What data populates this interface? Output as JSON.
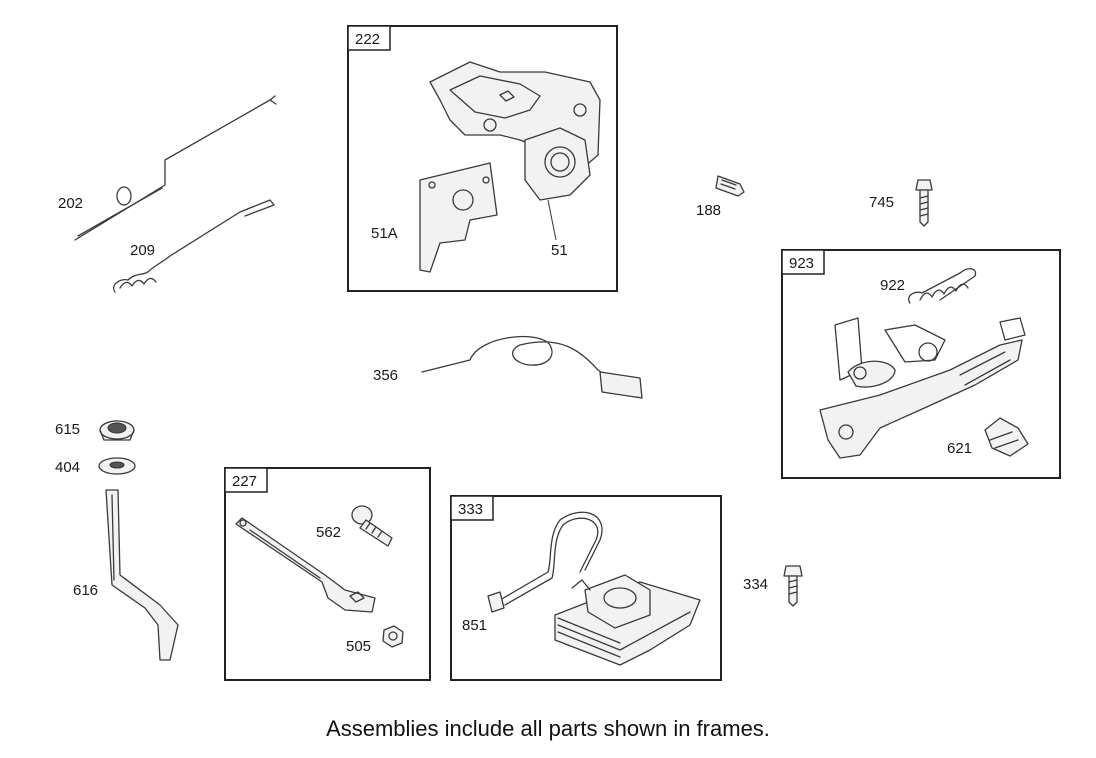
{
  "footer_note": "Assemblies include all parts shown in frames.",
  "frames": {
    "f222": "222",
    "f227": "227",
    "f333": "333",
    "f923": "923"
  },
  "parts": {
    "p202": "202",
    "p209": "209",
    "p51A": "51A",
    "p51": "51",
    "p188": "188",
    "p745": "745",
    "p922": "922",
    "p621": "621",
    "p356": "356",
    "p615": "615",
    "p404": "404",
    "p616": "616",
    "p562": "562",
    "p505": "505",
    "p851": "851",
    "p334": "334"
  }
}
